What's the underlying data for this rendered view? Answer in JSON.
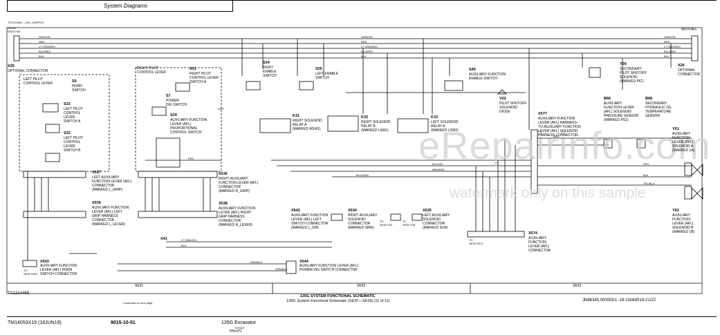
{
  "header": {
    "title": "System Diagrams"
  },
  "ref_top_left": "TX1214466 —UN—29APR19",
  "from_label": "FROM",
  "from_ref": "SE26 X26",
  "with_afl": "WITH AFL",
  "wires_top": [
    "GRN/YEL",
    "RED",
    "LT GRN/RED",
    "BLU/RED",
    "BLK"
  ],
  "connectors": {
    "x25": {
      "id": "X25",
      "label": "OPTIONAL CONNECTOR"
    },
    "x26": {
      "id": "X26",
      "label": "OPTIONAL\nCONNECTOR"
    }
  },
  "components": {
    "left_lever": "LEFT PILOT\nCONTROL LEVER",
    "s5": {
      "id": "S5",
      "label": "HORN\nSWITCH"
    },
    "s33": {
      "id": "S33",
      "label": "LEFT PILOT\nCONTROL\nLEVER\nSWITCH A"
    },
    "s32": {
      "id": "S32",
      "label": "LEFT PILOT\nCONTROL\nLEVER\nSWITCH B"
    },
    "right_lever": "RIGHT PILOT\nCONTROL LEVER",
    "s31": {
      "id": "S31",
      "label": "RIGHT PILOT\nCONTROL LEVER\nSWITCH A"
    },
    "s7": {
      "id": "S7",
      "label": "POWER\nDIG SWITCH"
    },
    "s29": {
      "id": "S29",
      "label": "AUXILIARY FUNCTION\nLEVER (AFL)\nPROPORTIONAL\nCONTROL SWITCH"
    },
    "s34": {
      "id": "S34",
      "label": "RIGHT\nENABLE\nSWITCH"
    },
    "s35": {
      "id": "S35",
      "label": "LEFT ENABLE\nSWITCH"
    },
    "s45": {
      "id": "S45",
      "label": "AUXILIARY FUNCTION\nENABLE SWITCH"
    },
    "k31": {
      "id": "K31",
      "label": "RIGHT SOLENOID\nRELAY A\n(MARKED RSW1)"
    },
    "k32": {
      "id": "K32",
      "label": "RIGHT SOLENOID\nRELAY B\n(MARKED LSW1)"
    },
    "k33": {
      "id": "K33",
      "label": "LEFT SOLENOID\nRELAY A\n(MARKED LSW2)"
    },
    "v22": {
      "id": "V22",
      "label": "PILOT SHUTOFF\nSOLENOID\nDIODE"
    },
    "y66": {
      "id": "Y66",
      "label": "SECONDARY\nPILOT SHUTOFF\nSOLENOID\n(MARKED PIC)"
    },
    "b66": {
      "id": "B66",
      "label": "AUXILIARY\nFUNCTION LEVER\n(AFL) SOLENOID\nPRESSURE SENSOR\n(MARKED PS1)"
    },
    "b68": {
      "id": "B68",
      "label": "SECONDARY\nHYDRAULIC OIL\nTEMPERATURE\nSENSOR"
    },
    "x577": {
      "id": "X577",
      "label": "AUXILIARY FUNCTION\nLEVER (AFL) HARNESS-\nTO-AUXILIARY FUNCTION\nLEVER (AFL) SOLENOID\nHARNESS CONNECTOR"
    },
    "y61": {
      "id": "Y61",
      "label": "AUXILIARY\nFUNCTION\nLEVER (AFL)\nSOLENOID A\n(MARKED 1A)"
    },
    "y62": {
      "id": "Y62",
      "label": "AUXILIARY\nFUNCTION\nLEVER (AFL)\nSOLENOID B\n(MARKED 1B)"
    },
    "x537": {
      "id": "X537",
      "label": "LEFT AUXILIARY\nFUNCTION LEVER (AFL)\nCONNECTOR\n(MARKED L_GRIP)"
    },
    "x539": {
      "id": "X539",
      "label": "AUXILIARY FUNCTION\nLEVER (AFL) LEFT\nGRIP HARNESS\nCONNECTOR\n(MARKED L_LEVER)"
    },
    "x536": {
      "id": "X536",
      "label": "RIGHT AUXILIARY\nFUNCTION LEVER (AFL)\nCONNECTOR\n(MARKED R_GRIP)"
    },
    "x538": {
      "id": "X538",
      "label": "AUXILIARY FUNCTION\nLEVER (AFL) RIGHT\nGRIP HARNESS\nCONNECTOR\n(MARKED R_LEVER)"
    },
    "x542": {
      "id": "X542",
      "label": "AUXILIARY FUNCTION\nLEVER (AFL) LEFT\nSWITCH CONNECTOR\n(MARKED L_SW)"
    },
    "x534": {
      "id": "X534",
      "label": "RIGHT AUXILIARY\nSOLENOID\nCONNECTOR\n(MARKED SRW)"
    },
    "x535": {
      "id": "X535",
      "label": "LEFT AUXILIARY\nSOLENOID\nCONNECTOR\n(MARKED SLW)"
    },
    "x574": {
      "id": "X574",
      "label": "AUXILIARY\nFUNCTION\nLEVER (AFL)\nCONNECTOR"
    },
    "x543": {
      "id": "X543",
      "label": "AUXILIARY FUNCTION\nLEVER (AFL) HORN\nSWITCH CONNECTOR"
    },
    "x544": {
      "id": "X544",
      "label": "AUXILIARY FUNCTION LEVER (AFL)\nPOWER DIG SWITCH CONNECTOR"
    },
    "x41": {
      "id": "X41"
    }
  },
  "to_refs": {
    "x543": "TO\nSE28 X543",
    "x534": "TO\nSE30 X34",
    "x535": "TO\nSE30 X35",
    "x574": "TO\nSE18 X574"
  },
  "wires": {
    "lt_grn_yel": "LT GRN/YEL",
    "grn_blk": "GRN/BLK",
    "blu_yel": "BLU/YEL",
    "brn_red": "BRN/RED",
    "blu_grn": "BLU/GRN",
    "yel_blu": "YEL/BLU",
    "gry": "GRY",
    "blk": "BLK",
    "red": "RED",
    "wht": "WHT",
    "ped": "PED",
    "bl_yel": "BL/YEL"
  },
  "sections": [
    "SE31",
    "SE32",
    "SE33"
  ],
  "figure_id": "TX1214466",
  "caption": {
    "line1": "135G SYSTEM FUNCTIONAL SCHEMATIC",
    "line2": "135G System Functional Schematic (SE31—SE33) (11 of 11)"
  },
  "continued": "Continued on next page",
  "drawing_ref": "JN86345,00000D1 -19-21MAR19-21/22",
  "footer": {
    "doc": "TM14053X19 (18JUN19)",
    "page": "9015-10-51",
    "model": "135G Excavator",
    "date": "020119",
    "pn": "PN=371"
  },
  "watermark": {
    "main": "eRepairinfo.com",
    "sub": "watermark only on this sample"
  }
}
